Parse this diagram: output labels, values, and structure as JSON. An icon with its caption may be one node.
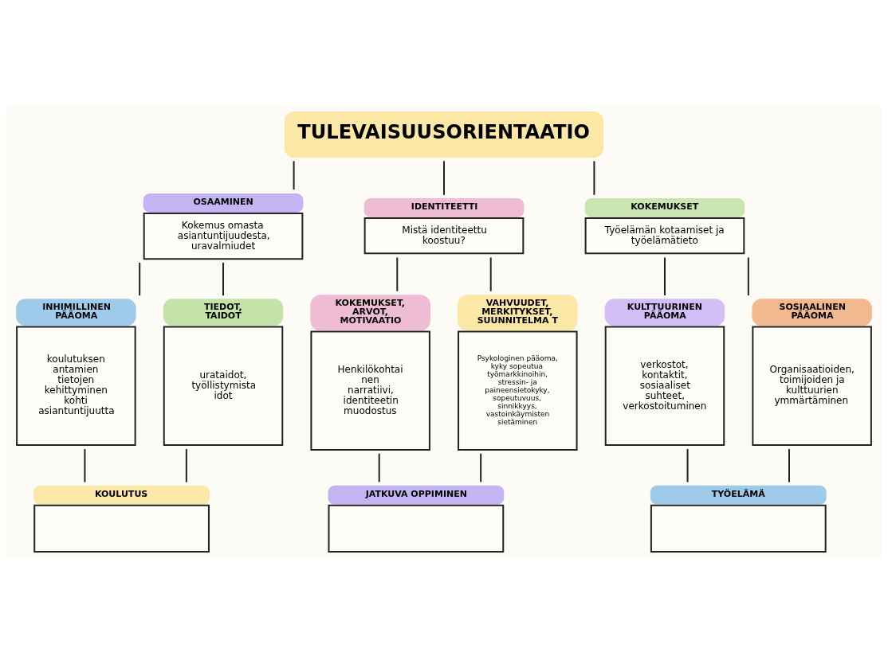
{
  "diagram": {
    "nodes": [
      {
        "text": [
          "TULEVAISUUSORIENTAATIO"
        ]
      },
      {
        "text": [
          "OSAAMINEN",
          "Kokemus omasta asiantuntijuudesta, uravalmiudet"
        ]
      },
      {
        "text": [
          "IDENTITEETTI",
          "Mistä identiteettu koostuu?"
        ]
      },
      {
        "text": [
          "KOKEMUKSET",
          "Työelämän kotaamiset ja työelämätieto"
        ]
      },
      {
        "text": [
          "INHIMILLINEN PÄÄOMA",
          "koulutuksen antamien tietojen kehittyminen kohti asiantuntijuutta"
        ]
      },
      {
        "text": [
          "TIEDOT, TAIDOT",
          "urataidot, työllistymista idot"
        ]
      },
      {
        "text": [
          "KOKEMUKSET, ARVOT, MOTIVAATIO",
          "Henkilökohtai nen narratiivi, identiteetin muodostus"
        ]
      },
      {
        "text": [
          "VAHVUUDET, MERKITYKSET, SUUNNITELMA T",
          "Psykologinen pääoma, kyky sopeutua työmarkkinoihin, stressin- ja paineensietokyky, sopeutuvuus, sinnikkyys, vastoinkäymisten sietäminen"
        ]
      },
      {
        "text": [
          "KULTTUURINEN PÄÄOMA",
          "verkostot, kontaktit, sosiaaliset suhteet, verkostoituminen"
        ]
      },
      {
        "text": [
          "SOSIAALINEN PÄÄOMA",
          "Organisaatioiden, toimijoiden ja kulttuurien ymmärtäminen"
        ]
      },
      {
        "text": [
          "KOULUTUS"
        ]
      },
      {
        "text": [
          "JATKUVA OPPIMINEN"
        ]
      },
      {
        "text": [
          "TYÖELÄMÄ"
        ]
      }
    ],
    "edges": [
      {
        "from": 0,
        "to": 1,
        "arrow": "none"
      },
      {
        "from": 0,
        "to": 2,
        "arrow": "none"
      },
      {
        "from": 0,
        "to": 3,
        "arrow": "none"
      },
      {
        "from": 1,
        "to": 4,
        "arrow": "none"
      },
      {
        "from": 1,
        "to": 5,
        "arrow": "none"
      },
      {
        "from": 2,
        "to": 6,
        "arrow": "none"
      },
      {
        "from": 2,
        "to": 7,
        "arrow": "none"
      },
      {
        "from": 3,
        "to": 8,
        "arrow": "none"
      },
      {
        "from": 3,
        "to": 9,
        "arrow": "none"
      },
      {
        "from": 4,
        "to": 10,
        "arrow": "none"
      },
      {
        "from": 5,
        "to": 10,
        "arrow": "none"
      },
      {
        "from": 6,
        "to": 11,
        "arrow": "none"
      },
      {
        "from": 7,
        "to": 11,
        "arrow": "none"
      },
      {
        "from": 8,
        "to": 12,
        "arrow": "none"
      },
      {
        "from": 9,
        "to": 12,
        "arrow": "none"
      }
    ]
  }
}
